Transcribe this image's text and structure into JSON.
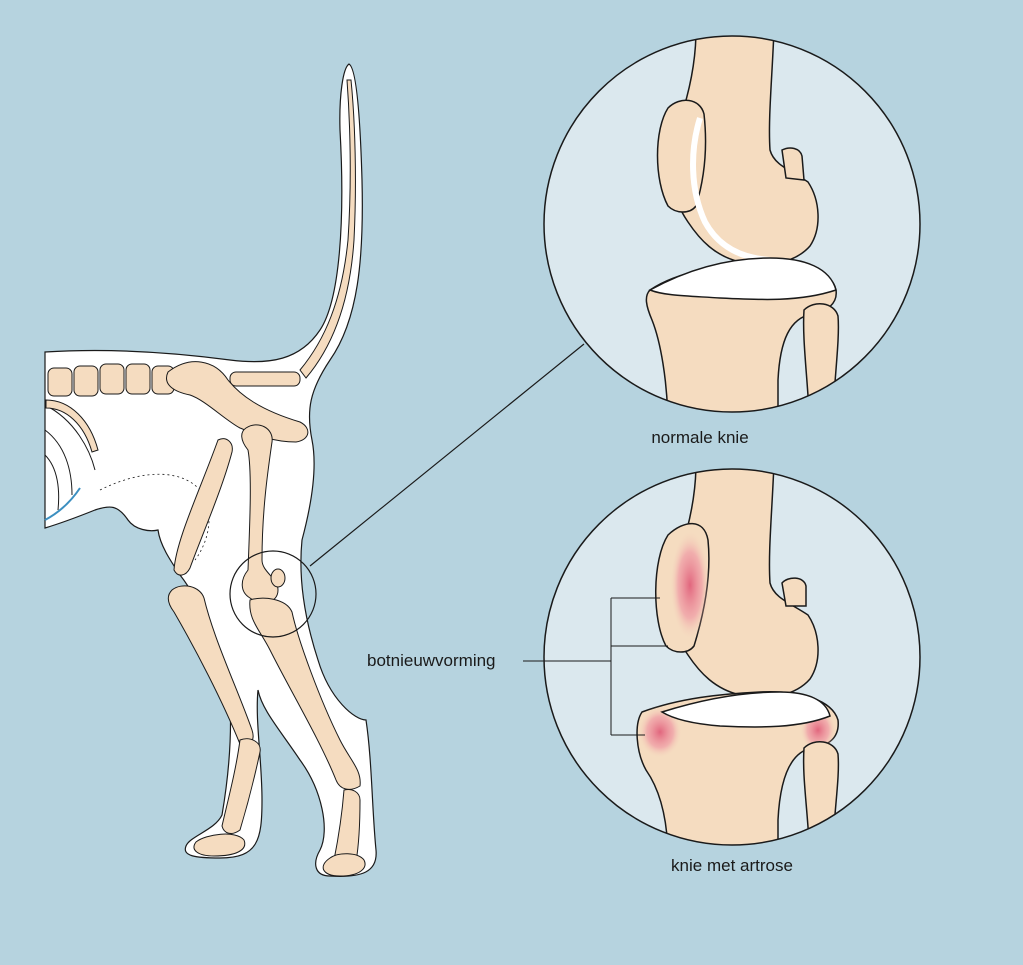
{
  "labels": {
    "normal_knee": "normale knie",
    "arthritic_knee": "knie met artrose",
    "bone_formation": "botnieuwvorming"
  },
  "colors": {
    "background": "#b6d3df",
    "bone": "#f5dcc0",
    "cartilage": "#ffffff",
    "body_fill": "#ffffff",
    "inset_fill": "#dbe8ee",
    "inflammation": "#e0607a",
    "outline": "#1a1a1a"
  }
}
